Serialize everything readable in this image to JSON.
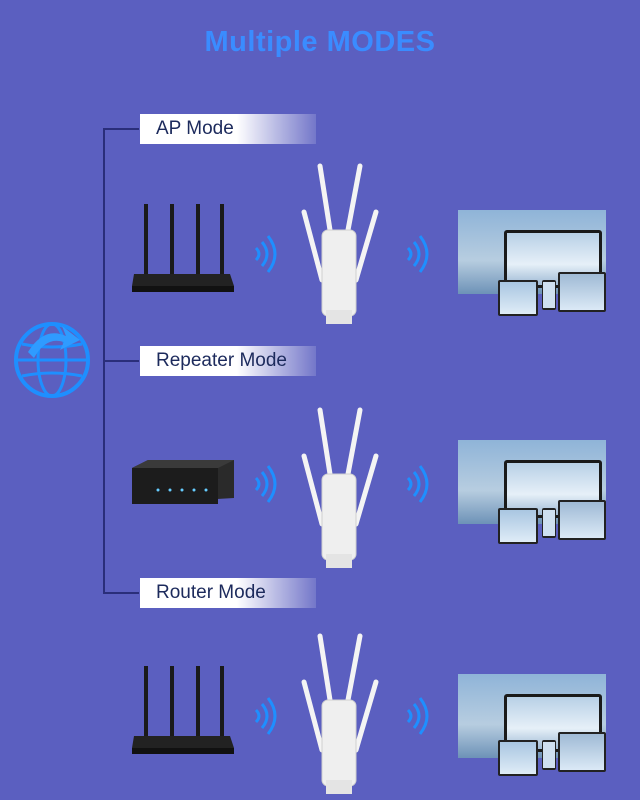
{
  "title": "Multiple MODES",
  "modes": [
    {
      "label": "AP Mode",
      "source_device": "router-icon"
    },
    {
      "label": "Repeater Mode",
      "source_device": "switch-icon"
    },
    {
      "label": "Router Mode",
      "source_device": "router-icon"
    }
  ],
  "colors": {
    "background": "#5b5fc0",
    "title": "#3a8cff",
    "globe": "#1e8fff",
    "line": "#2a2e7a"
  }
}
